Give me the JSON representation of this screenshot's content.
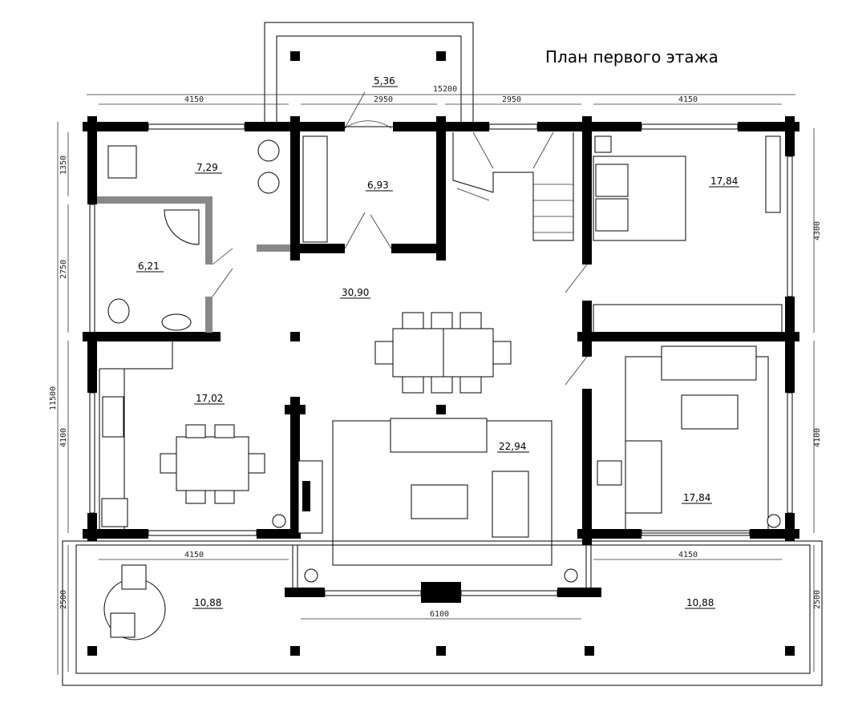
{
  "title": "План первого этажа",
  "rooms": {
    "porch_top": "5,36",
    "boiler": "7,29",
    "wardrobe_hall": "6,93",
    "bathroom": "6,21",
    "hall": "30,90",
    "bedroom_top": "17,84",
    "kitchen": "17,02",
    "living": "22,94",
    "bedroom_bottom": "17,84",
    "terrace_left": "10,88",
    "terrace_right": "10,88"
  },
  "dimensions": {
    "total_width": "15200",
    "top": [
      "4150",
      "2950",
      "2950",
      "4150"
    ],
    "total_height": "11500",
    "left": [
      "1350",
      "2750",
      "4100",
      "2500"
    ],
    "right": [
      "4300",
      "4100",
      "2500"
    ],
    "bottom_left": "4150",
    "bottom_right": "4150",
    "bottom_center": "6100"
  }
}
